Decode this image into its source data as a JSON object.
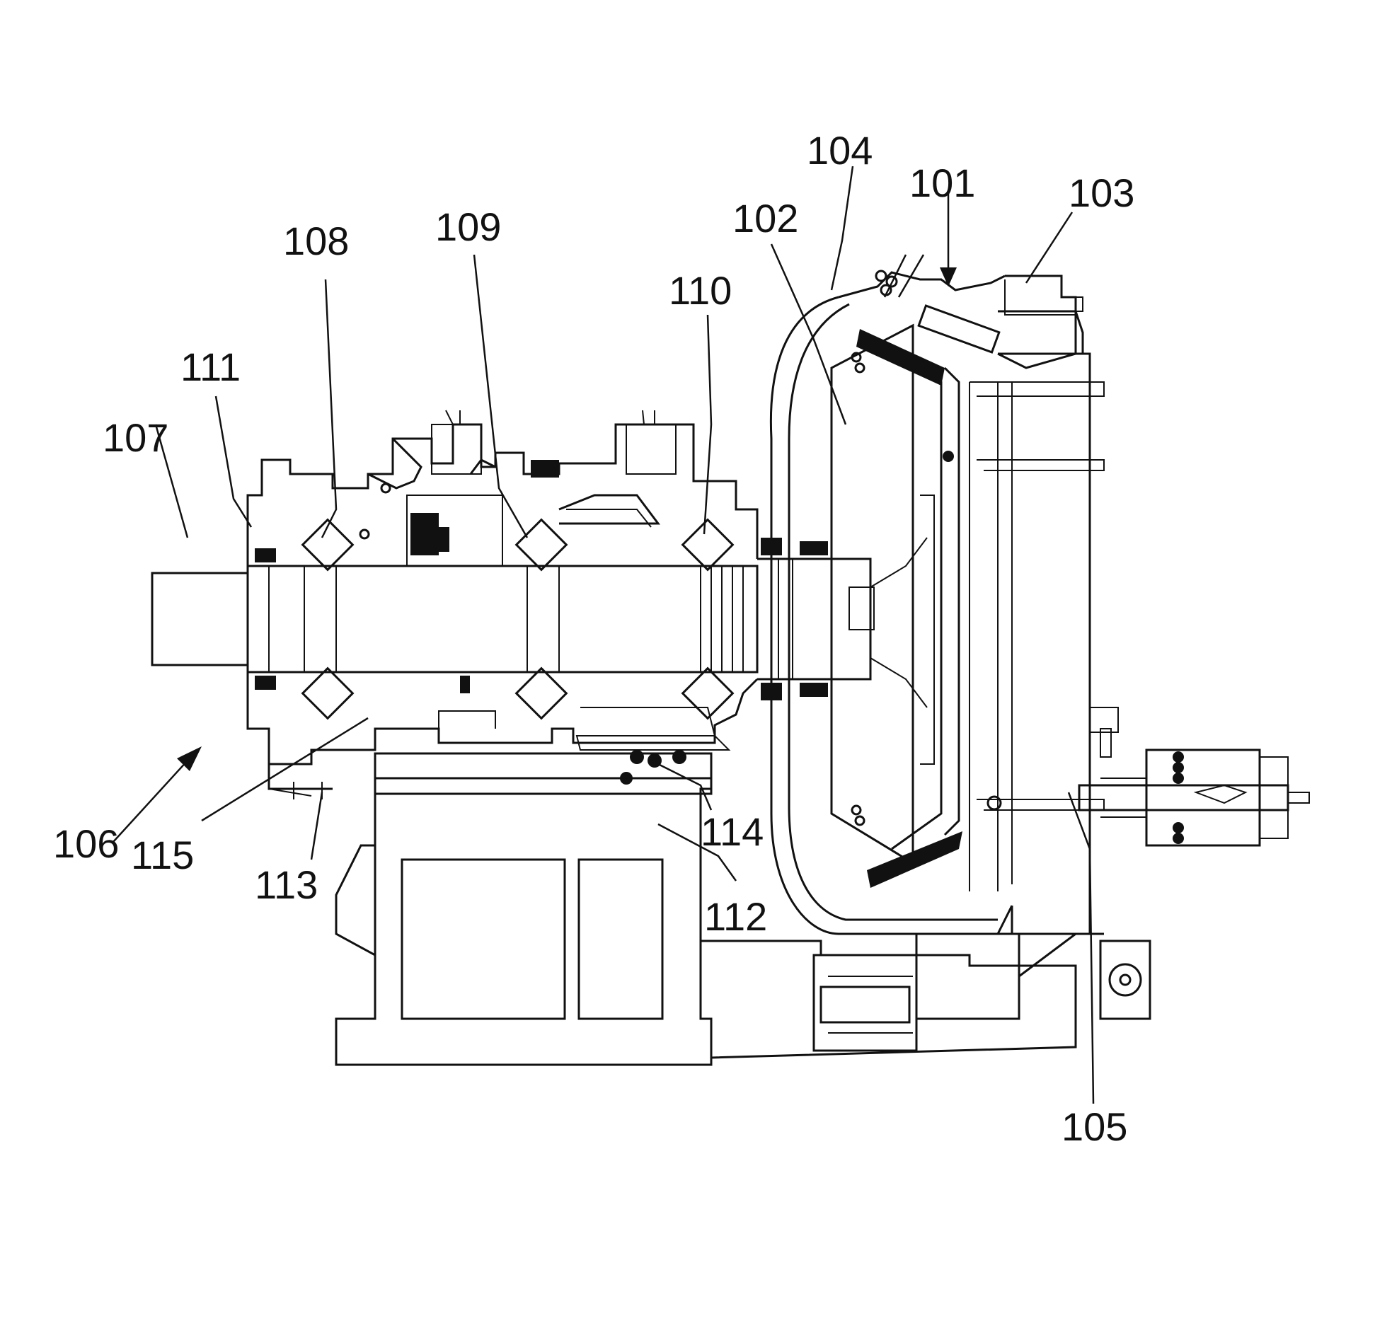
{
  "figure": {
    "labels": [
      {
        "id": "101",
        "text": "101"
      },
      {
        "id": "102",
        "text": "102"
      },
      {
        "id": "103",
        "text": "103"
      },
      {
        "id": "104",
        "text": "104"
      },
      {
        "id": "105",
        "text": "105"
      },
      {
        "id": "106",
        "text": "106"
      },
      {
        "id": "107",
        "text": "107"
      },
      {
        "id": "108",
        "text": "108"
      },
      {
        "id": "109",
        "text": "109"
      },
      {
        "id": "110",
        "text": "110"
      },
      {
        "id": "111",
        "text": "111"
      },
      {
        "id": "112",
        "text": "112"
      },
      {
        "id": "113",
        "text": "113"
      },
      {
        "id": "114",
        "text": "114"
      },
      {
        "id": "115",
        "text": "115"
      }
    ]
  }
}
